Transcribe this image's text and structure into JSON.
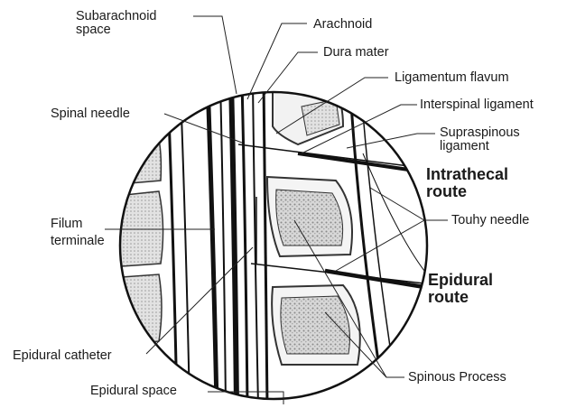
{
  "labels": {
    "subarachnoid_space": [
      "Subarachnoid",
      "space"
    ],
    "arachnoid": "Arachnoid",
    "dura_mater": "Dura mater",
    "ligamentum_flavum": "Ligamentum flavum",
    "interspinal_ligament": "Interspinal ligament",
    "supraspinous_ligament": [
      "Supraspinous",
      "ligament"
    ],
    "spinal_needle": "Spinal needle",
    "intrathecal_route": [
      "Intrathecal",
      "route"
    ],
    "filum_terminale": [
      "Filum",
      "terminale"
    ],
    "touhy_needle": "Touhy needle",
    "epidural_route": [
      "Epidural",
      "route"
    ],
    "epidural_catheter": "Epidural catheter",
    "spinous_process": "Spinous Process",
    "epidural_space": "Epidural space"
  }
}
